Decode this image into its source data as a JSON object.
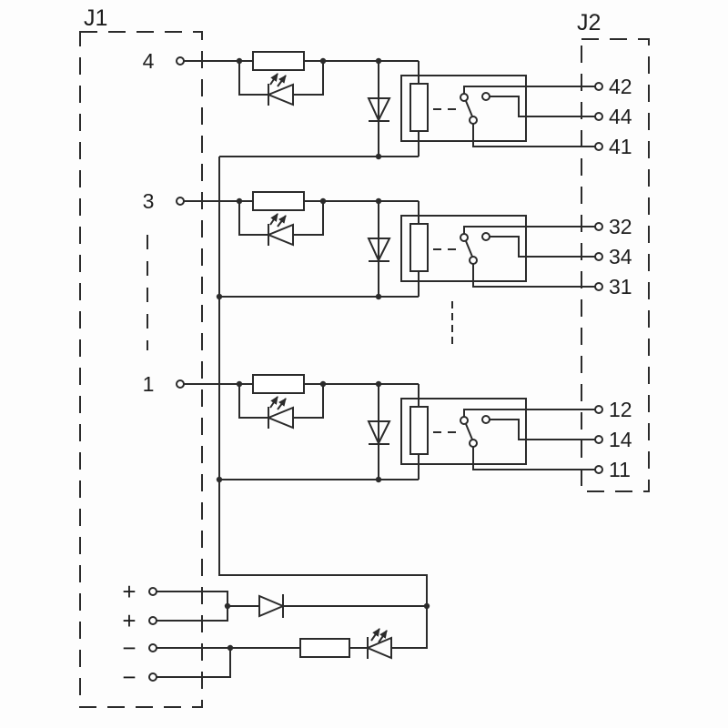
{
  "diagram": {
    "kind": "relay-module-wiring-schematic",
    "background_color": "#fdfdfd",
    "line_color": "#2b2b2b",
    "text_color": "#1e1e1e"
  },
  "j1": {
    "label": "J1",
    "power_terminals": [
      {
        "label": "+"
      },
      {
        "label": "+"
      },
      {
        "label": "−"
      },
      {
        "label": "−"
      }
    ]
  },
  "j2": {
    "label": "J2"
  },
  "channels": [
    {
      "input": "4",
      "nc": "42",
      "no": "44",
      "com": "41"
    },
    {
      "input": "3",
      "nc": "32",
      "no": "34",
      "com": "31"
    },
    {
      "input": "1",
      "nc": "12",
      "no": "14",
      "com": "11"
    }
  ]
}
